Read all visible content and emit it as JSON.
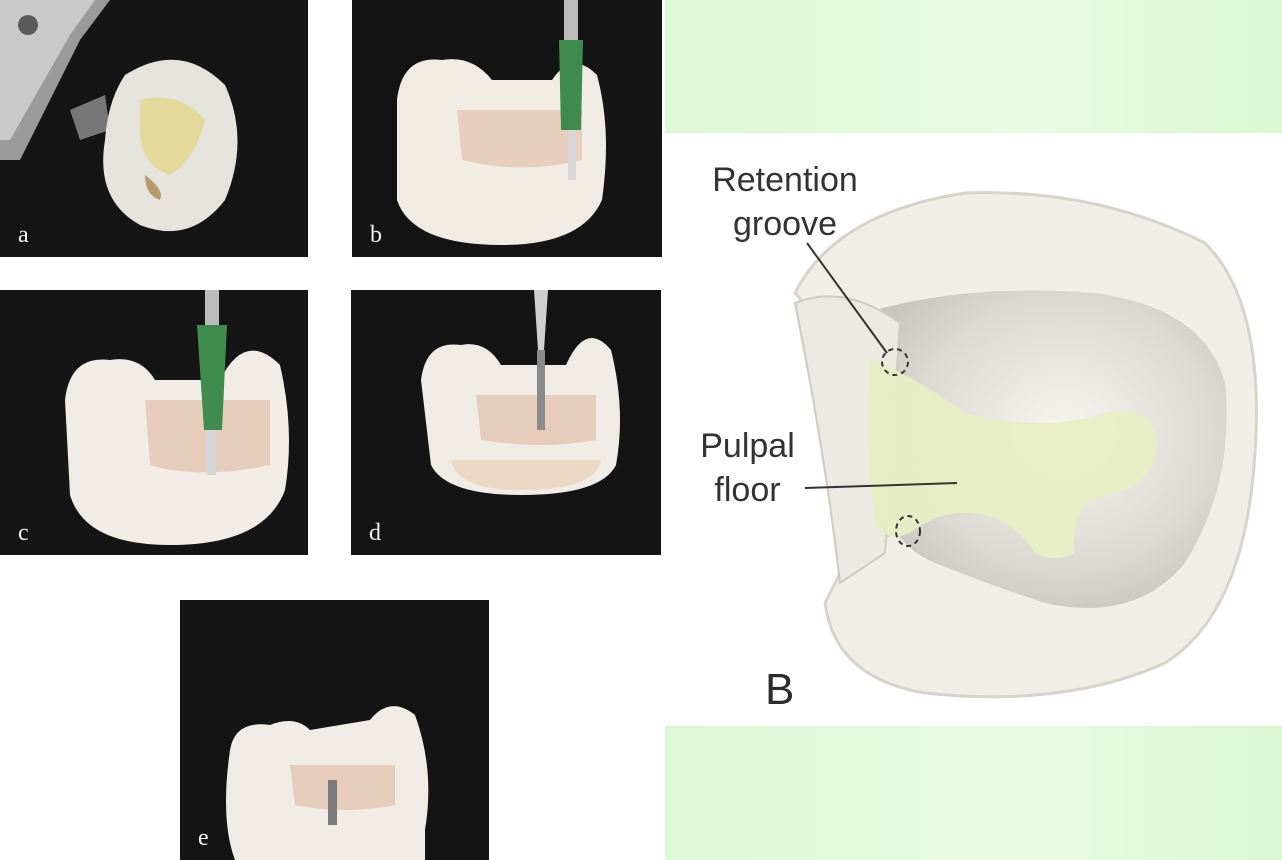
{
  "photos": [
    {
      "id": "a",
      "label": "a"
    },
    {
      "id": "b",
      "label": "b"
    },
    {
      "id": "c",
      "label": "c"
    },
    {
      "id": "d",
      "label": "d"
    },
    {
      "id": "e",
      "label": "e"
    }
  ],
  "diagram": {
    "retention_label_line1": "Retention",
    "retention_label_line2": "groove",
    "pulpal_label_line1": "Pulpal",
    "pulpal_label_line2": "floor",
    "figure_letter": "B",
    "colors": {
      "panel_background": "#ddf8d6",
      "tooth_enamel": "#f1eee6",
      "pulpal_floor": "#e9efc8",
      "photo_background": "#141414"
    }
  }
}
